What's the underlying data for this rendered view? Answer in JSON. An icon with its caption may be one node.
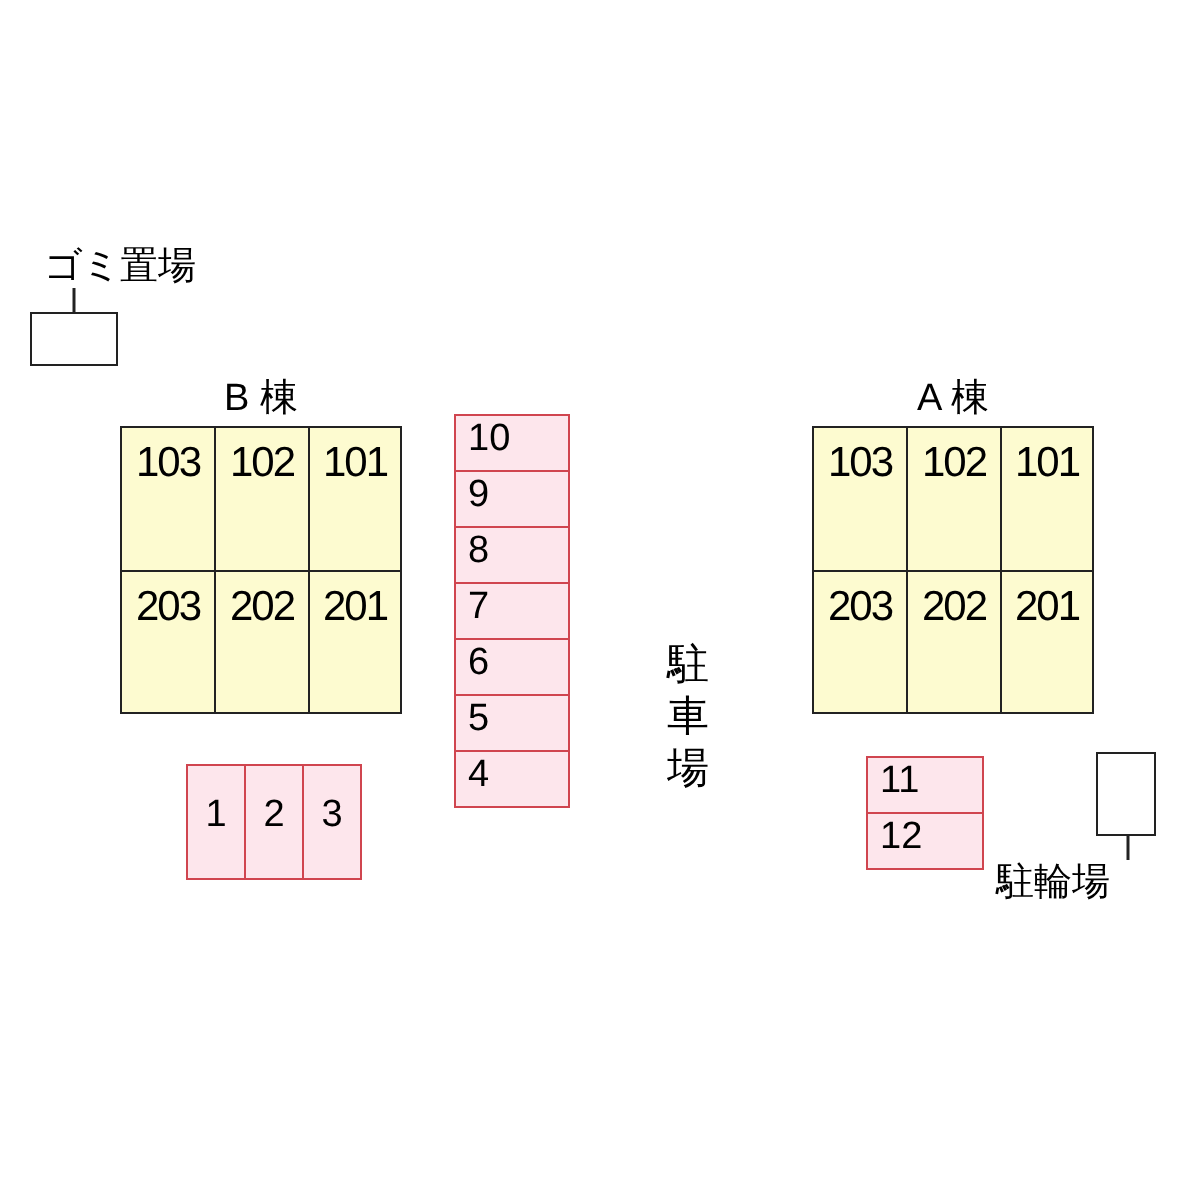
{
  "diagram": {
    "nodes": [
      {
        "text": [
          "ゴミ置場"
        ]
      },
      {
        "text": [],
        "shape": "box"
      },
      {
        "text": [
          "B 棟"
        ]
      },
      {
        "text": [
          "103"
        ],
        "in": 2
      },
      {
        "text": [
          "102"
        ],
        "in": 2
      },
      {
        "text": [
          "101"
        ],
        "in": 2
      },
      {
        "text": [
          "203"
        ],
        "in": 2
      },
      {
        "text": [
          "202"
        ],
        "in": 2
      },
      {
        "text": [
          "201"
        ],
        "in": 2
      },
      {
        "text": [
          "A 棟"
        ]
      },
      {
        "text": [
          "103"
        ],
        "in": 9
      },
      {
        "text": [
          "102"
        ],
        "in": 9
      },
      {
        "text": [
          "101"
        ],
        "in": 9
      },
      {
        "text": [
          "203"
        ],
        "in": 9
      },
      {
        "text": [
          "202"
        ],
        "in": 9
      },
      {
        "text": [
          "201"
        ],
        "in": 9
      },
      {
        "text": [
          "10"
        ]
      },
      {
        "text": [
          "9"
        ]
      },
      {
        "text": [
          "8"
        ]
      },
      {
        "text": [
          "7"
        ]
      },
      {
        "text": [
          "6"
        ]
      },
      {
        "text": [
          "5"
        ]
      },
      {
        "text": [
          "4"
        ]
      },
      {
        "text": [
          "1"
        ]
      },
      {
        "text": [
          "2"
        ]
      },
      {
        "text": [
          "3"
        ]
      },
      {
        "text": [
          "11"
        ]
      },
      {
        "text": [
          "12"
        ]
      },
      {
        "text": [],
        "shape": "box"
      },
      {
        "text": [
          "駐輪場"
        ]
      }
    ],
    "edges": [
      {
        "from": 0,
        "to": 1,
        "arrow": "none"
      },
      {
        "from": 29,
        "to": 28,
        "arrow": "none"
      }
    ],
    "labels": [
      "駐車場"
    ]
  }
}
